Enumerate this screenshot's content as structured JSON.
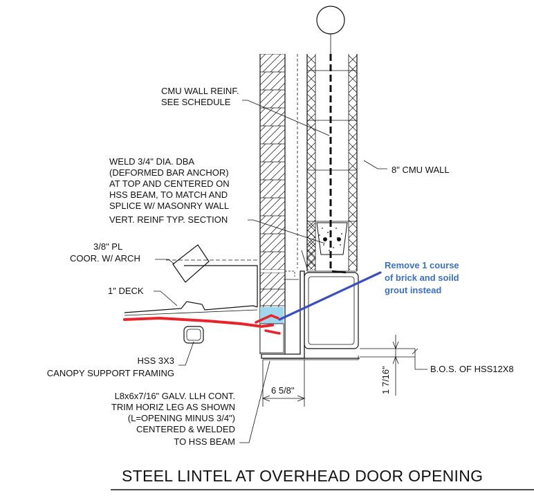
{
  "title": "STEEL LINTEL AT OVERHEAD DOOR OPENING",
  "notes": {
    "cmu_reinf": [
      "CMU WALL REINF.",
      "SEE SCHEDULE"
    ],
    "weld_dba": [
      "WELD 3/4\" DIA. DBA",
      "(DEFORMED BAR ANCHOR)",
      "AT TOP AND CENTERED ON",
      "HSS BEAM, TO MATCH AND",
      "SPLICE W/ MASONRY WALL",
      "VERT. REINF TYP. SECTION"
    ],
    "plate": [
      "3/8\"  PL",
      "COOR. W/ ARCH"
    ],
    "deck": "1\" DECK",
    "hss_3x3": [
      "HSS 3X3",
      "CANOPY SUPPORT FRAMING"
    ],
    "angle": [
      "L8x6x7/16\" GALV. LLH CONT.",
      "TRIM HORIZ LEG AS SHOWN",
      "(L=OPENING MINUS 3/4\")",
      "CENTERED & WELDED",
      "TO HSS BEAM"
    ],
    "cmu_wall": "8\" CMU WALL",
    "bos": "B.O.S. OF HSS12X8",
    "dim_6_5_8": "6 5/8\"",
    "dim_1_7_16": "1 7/16\""
  },
  "markup": {
    "comment": [
      "Remove 1 course",
      "of brick and soild",
      "grout instead"
    ],
    "comment_color": "#3a6fc8",
    "redline_color": "#e8232a",
    "highlight_color": "#9fd8ee"
  }
}
